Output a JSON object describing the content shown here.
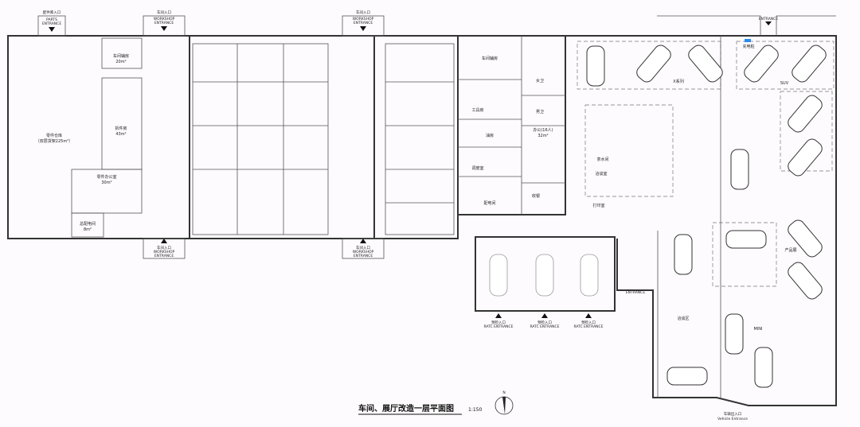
{
  "title": "车间、展厅改造一层平面图",
  "scale": "1:150",
  "north": "N",
  "entrances": {
    "parts": {
      "cn": "配件库入口",
      "en1": "PARTS",
      "en2": "ENTRANCE"
    },
    "workshop": {
      "cn": "车间入口",
      "en1": "WORKSHOP",
      "en2": "ENTRANCE"
    },
    "preview": {
      "cn": "预检入口",
      "en": "RATC ENTRANCE"
    },
    "vehicle": {
      "cn": "车辆出入口",
      "en": "Vehicle Entrance"
    },
    "main": "ENTRANCE"
  },
  "rooms": {
    "parts_warehouse": "零件仓库",
    "parts_warehouse_note": "（双层货架225m²）",
    "workshop_aux_small": "车间辅房",
    "workshop_aux_small_area": "20m²",
    "disassembly": "拆件房",
    "disassembly_area": "43m²",
    "parts_office": "零件办公室",
    "parts_office_area": "30m²",
    "power_room": "总配电间",
    "power_room_area": "8m²",
    "workshop_aux": "车间辅房",
    "tool_room": "工具房",
    "oil_room": "油房",
    "dispatch": "调度室",
    "distribution": "配电间",
    "female_wc": "女卫",
    "male_wc": "男卫",
    "office": "办公(16人)",
    "office_area": "32m²",
    "storage": "收银",
    "tea_room": "茶水间",
    "negotiation": "洽谈室",
    "print_room": "打印室",
    "charging": "充电桩",
    "x_series": "X系列",
    "suv": "SUV",
    "product_zone": "产品展",
    "mini": "MINI",
    "talk_area": "洽谈区"
  }
}
